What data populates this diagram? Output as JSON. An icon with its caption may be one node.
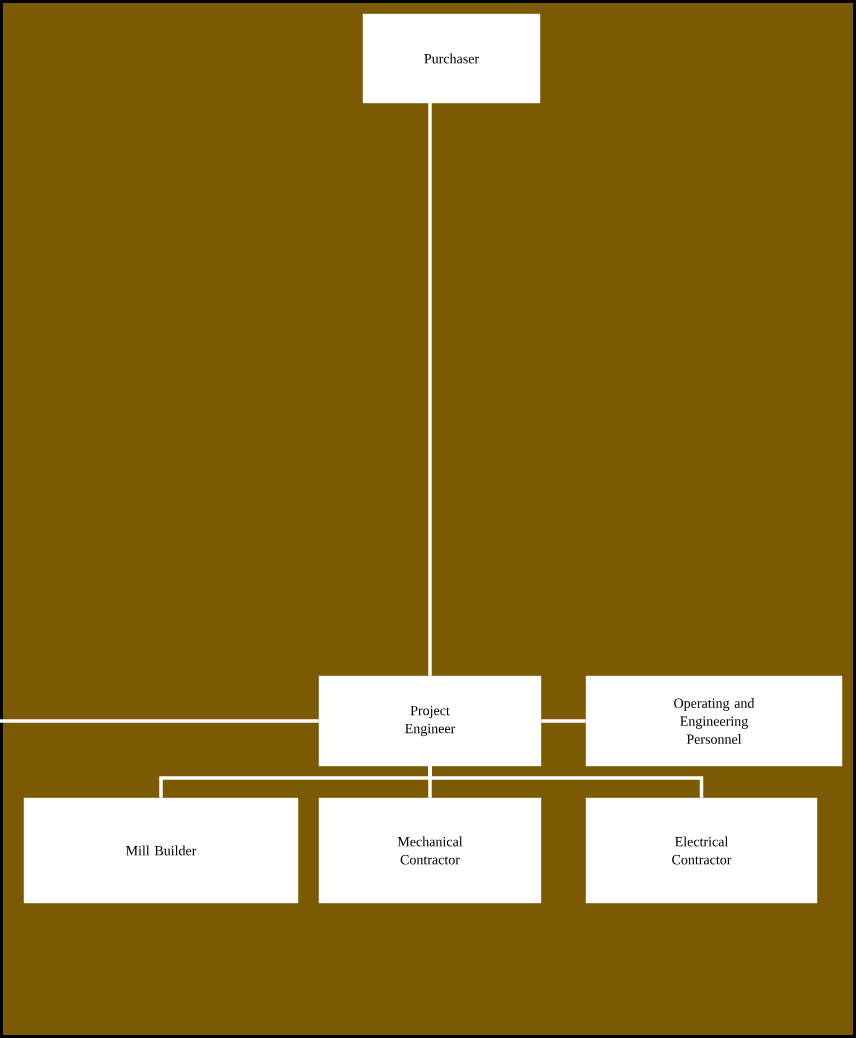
{
  "diagram": {
    "nodes": [
      {
        "text": [
          "Purchaser"
        ]
      },
      {
        "text": [
          "Project Engineer"
        ]
      },
      {
        "text": [
          "Operating and Engineering Personnel"
        ]
      },
      {
        "text": [
          "Mill Builder"
        ]
      },
      {
        "text": [
          "Mechanical Contractor"
        ]
      },
      {
        "text": [
          "Electrical Contractor"
        ]
      }
    ],
    "edges": [
      {
        "from": 0,
        "to": 1,
        "arrow": "none"
      },
      {
        "from": null,
        "to": 1,
        "arrow": "none"
      },
      {
        "from": 1,
        "to": 2,
        "arrow": "none"
      },
      {
        "from": 1,
        "to": 3,
        "arrow": "none"
      },
      {
        "from": 1,
        "to": 4,
        "arrow": "none"
      },
      {
        "from": 1,
        "to": 5,
        "arrow": "none"
      }
    ]
  }
}
